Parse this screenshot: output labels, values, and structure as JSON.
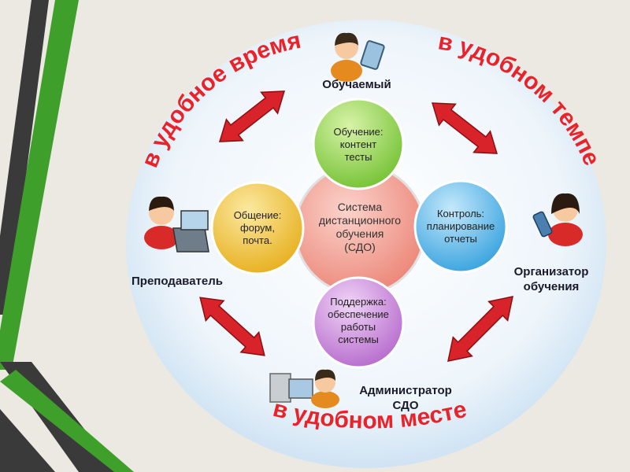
{
  "center": {
    "lines": [
      "Система",
      "дистанционного",
      "обучения",
      "(СДО)"
    ]
  },
  "petals": [
    {
      "id": "top",
      "lines": [
        "Обучение:",
        "контент",
        "тесты"
      ],
      "color": "#8fd14f"
    },
    {
      "id": "left",
      "lines": [
        "Общение:",
        "форум,",
        "почта."
      ],
      "color": "#f0c43a"
    },
    {
      "id": "right",
      "lines": [
        "Контроль:",
        "планирование",
        "отчеты"
      ],
      "color": "#5fb8ea"
    },
    {
      "id": "bottom",
      "lines": [
        "Поддержка:",
        "обеспечение",
        "работы",
        "системы"
      ],
      "color": "#c88fd8"
    }
  ],
  "actors": {
    "learner": "Обучаемый",
    "teacher": "Преподаватель",
    "organizer": [
      "Организатор",
      "обучения"
    ],
    "admin": [
      "Администратор",
      "СДО"
    ]
  },
  "ring_texts": {
    "left_arc": "в удобное время",
    "right_arc": "в удобном темпе",
    "bottom_arc": "в удобном месте"
  },
  "colors": {
    "ring_text": "#e8232a",
    "arrow": "#d9232a",
    "background": "#ece9e2",
    "stripe_green": "#3f9f2b",
    "stripe_dark": "#3a3a3a",
    "center_circle": "#f09a8c"
  }
}
